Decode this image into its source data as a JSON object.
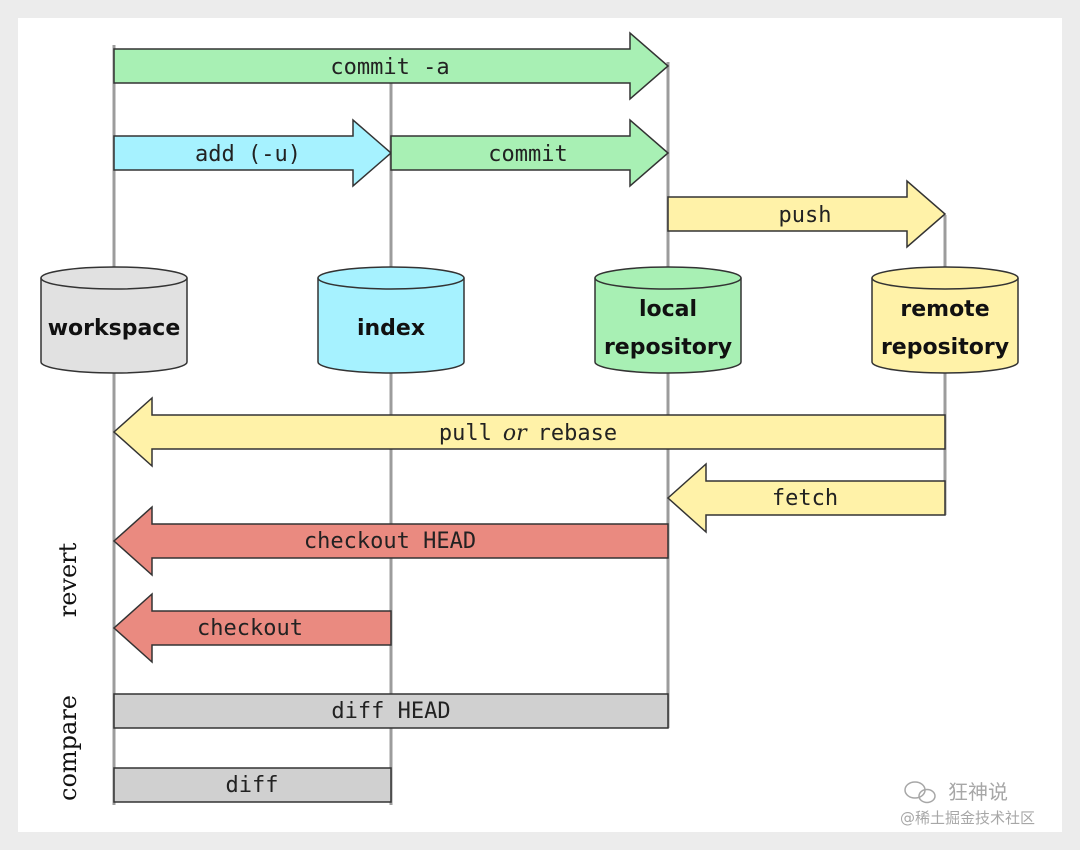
{
  "colors": {
    "page_bg": "#ececec",
    "card_bg": "#ffffff",
    "line": "#9c9c9c",
    "green": "#a8f0b4",
    "blue": "#a6f2ff",
    "yellow": "#fff2a8",
    "red": "#ea8a80",
    "gray": "#d0d0d0",
    "workspace": "#e1e1e1",
    "index": "#a6f2ff",
    "local": "#a8f0b4",
    "remote": "#fff2a8"
  },
  "stores": {
    "workspace": {
      "line1": "workspace"
    },
    "index": {
      "line1": "index"
    },
    "local": {
      "line1": "local",
      "line2": "repository"
    },
    "remote": {
      "line1": "remote",
      "line2": "repository"
    }
  },
  "arrows": {
    "commit_a": "commit -a",
    "add": "add (-u)",
    "commit": "commit",
    "push": "push",
    "pull": {
      "a": "pull",
      "or": "or",
      "b": "rebase"
    },
    "fetch": "fetch",
    "checkout_head": "checkout HEAD",
    "checkout": "checkout",
    "diff_head": "diff HEAD",
    "diff": "diff"
  },
  "side_labels": {
    "revert": "revert",
    "compare": "compare"
  },
  "watermark": {
    "line1": "狂神说",
    "line2": "@稀土掘金技术社区"
  }
}
